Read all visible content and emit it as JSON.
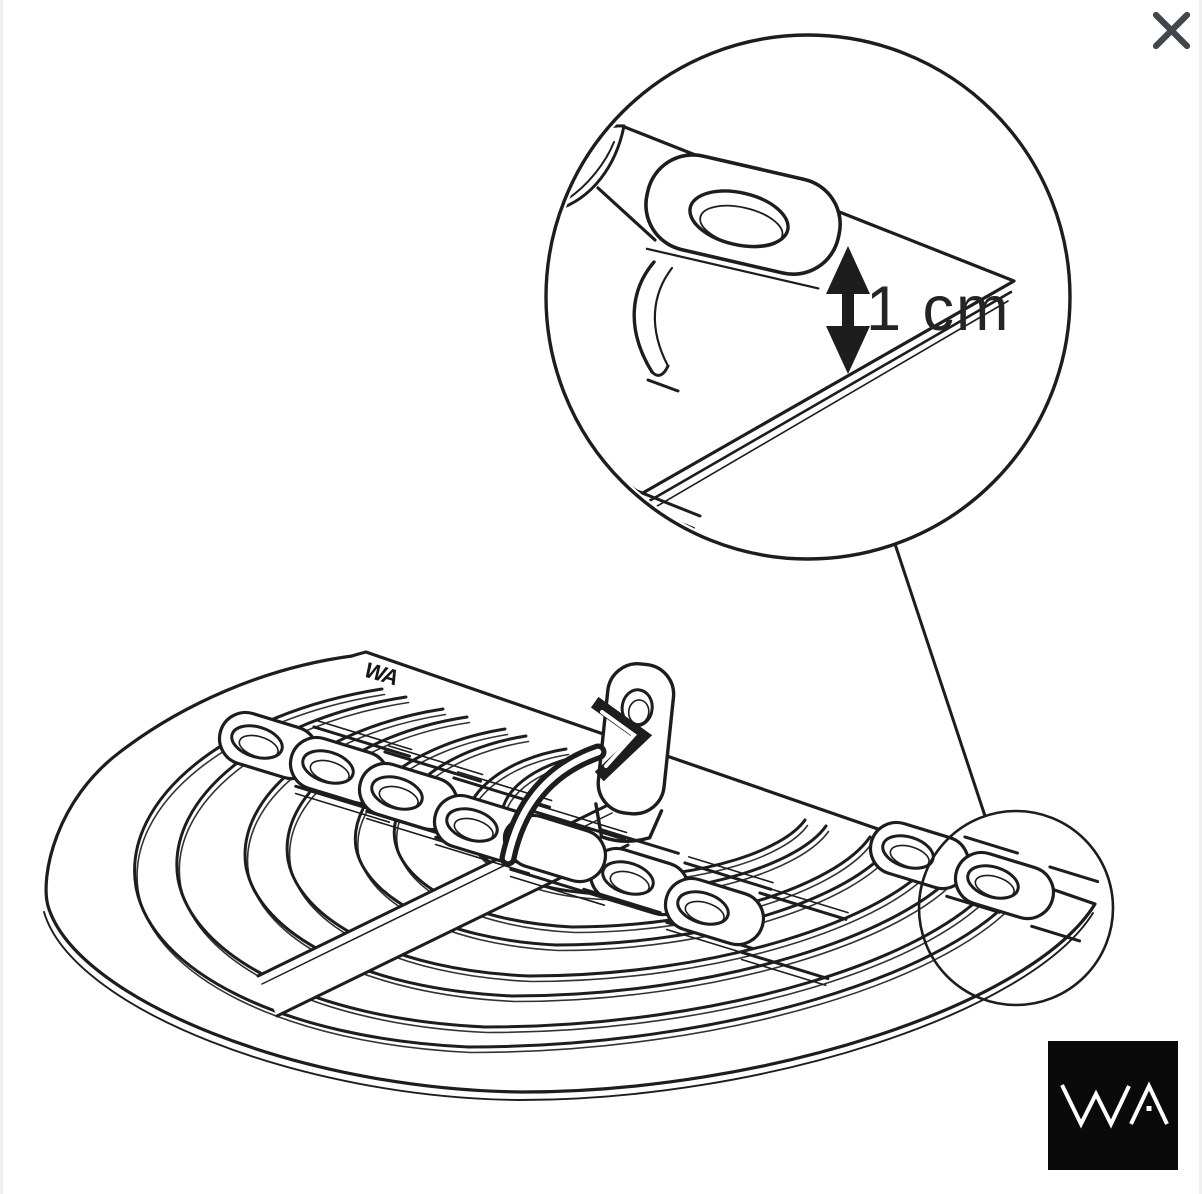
{
  "window": {
    "background": "#ffffff",
    "edge_tint": "#f0f0f0"
  },
  "close_button": {
    "icon": "close-icon",
    "color": "#42464d"
  },
  "illustration": {
    "type": "assembly-instruction-line-drawing",
    "subject": "fan-shaped mounting plate with bend-up tabs",
    "detail_bubble": {
      "measurement": "1 cm"
    },
    "plate_mark": "WA"
  },
  "brand_logo": {
    "text": "WA",
    "background": "#0a0a0a",
    "foreground": "#ffffff"
  },
  "colors": {
    "line": "#1d1d1d",
    "text": "#242424"
  }
}
